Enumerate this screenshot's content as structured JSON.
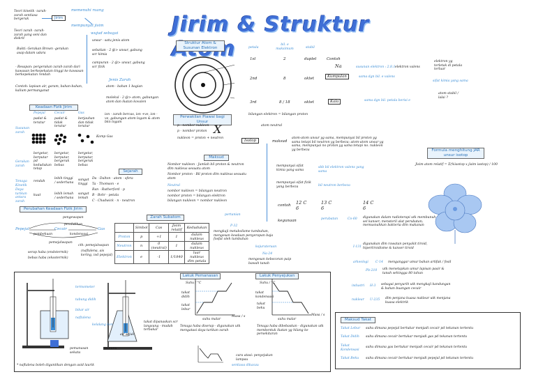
{
  "title": "Jirim & Struktur Atom",
  "jirim": {
    "label": "Jirim",
    "memenuhi": "memenuhi ruang",
    "jisim": "mempunyai jisim",
    "teori_kinetik": "Teori kinetik -zarah-zarah sentiasa bergerak",
    "teori_zarah": "Teori zarah -zarah-zarah yang seni dan diskrit",
    "bukti": "Bukti: Gerakan Brown -gerakan asap dalam udara",
    "resapan": "- Resapan: pergerakan zarah-zarah dari kawasan berkepekatan tinggi ke kawasan berkepekatan rendah",
    "contoh_resapan": "Contoh: lapisan air, garam, bahan-bahan, kalium permanganat",
    "wujud": "wujud sebagai",
    "unsur": "unsur - satu jenis atom",
    "sebatian": "sebatian - 2 @> unsur, gabung scr kimia",
    "campuran": "campuran - 2 @> unsur, gabung scr fizik",
    "jenis_zarah": "Jenis Zarah",
    "atom": "atom - bahan 1 bagian",
    "molekul": "molekul - 2 @> atom, gabungan atom dan ikatan kovalen",
    "ion": "ion - zarah bercas, ion +ve, ion -ve, gabungan atom logam & atom bkn logam"
  },
  "keadaan_fizik": {
    "header": "Keadaan Fizik Jirim",
    "cols": [
      "Pepejal",
      "Cecair",
      "Gas"
    ],
    "susunan_label": "Susunan zarah",
    "susunan": [
      "padat & teratur",
      "padat & tidak teratur",
      "berjauhan dan tidak teratur"
    ],
    "gerakan_label": "Gerakan zarah",
    "gerakan": [
      "bergetar, berputar pd kedudukan tetap",
      "bergetar, berputar, bergerak bebas",
      "bergetar, berputar, bergerak bebas"
    ],
    "tenaga_label": "Tenaga Kinetik",
    "tenaga": [
      "rendah",
      "lebih tinggi / sederhana",
      "sangat tinggi"
    ],
    "daya_label": "Daya tarikan antara zarah",
    "daya": [
      "kuat",
      "lebih lemah / sederhana",
      "sangat lemah"
    ],
    "komp": "Komp Gas"
  },
  "perubahan": {
    "header": "Perubahan Keadaan Fizik Jirim",
    "terms": [
      "pengewapan",
      "pendidihan",
      "pembekuan",
      "kondensasi",
      "pemejalwapan",
      "cth: pemejalwapan",
      "(naftalena, ais kering, iod pepejal)"
    ],
    "states": [
      "Pepejal",
      "Cecair",
      "Gas"
    ],
    "serap": "serap haba (endotermik)",
    "bebas": "bebas haba (eksotermik)"
  },
  "sejarah": {
    "header": "Sejarah",
    "items": [
      "Da - Dalton - atom - sfera",
      "Ta - Thomson - e",
      "Ran - Rutherford - p",
      "B - Bohr - petala",
      "C - Chadwick - n - neutron"
    ]
  },
  "zarah_subatom": {
    "header": "Zarah Subatom",
    "columns": [
      "",
      "Simbol",
      "Cas",
      "Jisim relatif",
      "Kedudukan"
    ],
    "rows": [
      [
        "Proton",
        "p",
        "+1",
        "1",
        "dalam nukleus"
      ],
      [
        "Neutron",
        "n",
        "0 (neutral)",
        "1",
        "dalam nukleus"
      ],
      [
        "Elektron",
        "e",
        "-1",
        "1/1840",
        "luar nukleus dlm petala"
      ]
    ]
  },
  "struktur_atom": {
    "header": "Struktur Atom & Susunan Elektron",
    "cols": [
      "petala",
      "bil. e maksimum",
      "stabil"
    ],
    "shells": [
      {
        "name": "1st",
        "max": "2",
        "stable": "duplet"
      },
      {
        "name": "2nd",
        "max": "8",
        "stable": "oktet"
      },
      {
        "name": "3rd",
        "max": "8 / 18",
        "stable": "oktet"
      }
    ],
    "proton_note": "bilangan elektron = bilangan proton",
    "neutral": "atom neutral"
  },
  "contoh": {
    "label": "Contoh",
    "na": "Na",
    "susunan": "susunan elektron : 2.8.1",
    "e_valens": "elektron valens",
    "e_valens_note": "elektron yg terletak di petala terluar",
    "kumpulan": "Kumpulan",
    "kumpulan_note": "sama dgn bil. e valens",
    "kala": "Kala",
    "kala_note": "sama dgn bil. petala berisi e",
    "atom_stabil": "atom stabil / lalai ?",
    "valens_note": "sifat kimia yang sama"
  },
  "perwakilan": {
    "header": "Perwakilan Piawai bagi Unsur",
    "formula": [
      "p - nombor nukleon",
      "p - nombor proton",
      "nukleon = proton + neutron"
    ],
    "x_label": "X"
  },
  "maksud": {
    "header": "Maksud",
    "nombor_nukleon": "Nombor nukleon - Jumlah bil proton & neutron dlm nukleus sesuatu atom",
    "nombor_proton": "Nombor proton - Bil proton dlm nukleus sesuatu atom",
    "neutral_label": "Neutral",
    "eq": [
      "nombor nukleon = bilangan neutron",
      "nombor proton = bilangan elektron",
      "bilangan nukleon = nombor nukleon"
    ]
  },
  "isotop": {
    "label": "Isotop",
    "maksud": "maksud",
    "def": "atom-atom unsur yg sama, mempunyai bil proton yg sama tetapi bil neutron yg berbeza; atom-atom unsur yg sama, mempunyai no proton yg sama tetapi no. nukleon yg berbeza",
    "sifat_kimia": "mempunyai sifat kimia yang sama",
    "sifat_kimia_note": "sbb bil elektron valens yang sama",
    "sifat_fizik": "mempunyai sifat fizik yang berbeza",
    "sifat_fizik_note": "bil neutron berbeza",
    "contoh": "contoh",
    "carbon": [
      "12 C 6",
      "13 C 6",
      "14 C 6"
    ],
    "kegunaan": "kegunaan"
  },
  "kegunaan": {
    "pertanian": "pertanian",
    "p32": "P-32",
    "p32_note": "mengkaji metabolisme tumbuhan, mengesan keadaan penyerapan baja fosfat oleh tumbuhan",
    "kejuruteraan": "kejuruteraan",
    "na24": "Na-24",
    "na24_note": "mengesan kebocoran paip bawah tanah",
    "perubatan": "perubatan",
    "co60": "Co-60",
    "co60_note": "digunakan dalam radioterapi utk membunuh sel kanser; mensteril alat perubatan; memusnahkan bakteria dlm makanan",
    "i131": "I-131",
    "i131_note": "digunakan dlm rawatan penyakit tiroid, hipertiroidisme & kanser tiroid",
    "arkeologi": "arkeologi",
    "c14": "C-14",
    "c14_note": "menganggar umur bahan artifak / fosil",
    "pb210": "Pb-210",
    "pb210_note": "utk menetapkan umur lapisan pasir & tanah sehingga 80 tahun",
    "industri": "industri",
    "h3": "H-3",
    "h3_note": "sebagai penyurih utk mengkaji kandungan & bahan buangan cecair",
    "nuklear": "nuklear",
    "u235": "U-235",
    "u235_note": "dlm penjana kuasa nuklear utk menjana kuasa elektrik"
  },
  "formula_jar": {
    "header": "Formula menghitung JAR unsur isotop",
    "formula": "Jisim atom relatif = Σ(%isotop x jisim isotop) / 100"
  },
  "lakuk_pemanasan": {
    "header": "Lakuk Pemanasan",
    "suhu": "Suhu / °C",
    "takat_didih": "takat didih",
    "takat_lebur": "takat lebur",
    "masa": "Masa / s",
    "suhu_malar": "suhu malar",
    "note": "Tenaga haba diserap - digunakan utk mengatasi daya tarikan zarah"
  },
  "lakuk_penyejukan": {
    "header": "Lakuk Penyejukan",
    "suhu": "Suhu / °C",
    "takat_kondensasi": "takat kondensasi",
    "takat_beku": "takat beku",
    "masa": "Masa / s",
    "suhu_malar": "suhu malar",
    "note": "Tenaga haba dibebaskan - digunakan utk membentuk ikatan yg hilang ke persekitaran"
  },
  "apparatus": {
    "termometer": "termometer",
    "tabung_didih": "tabung didih",
    "bikar_air": "bikar air",
    "naftalena": "naftalena",
    "kelalang_kon": "kelalang kon",
    "takat_note": "takat dipanaskan scr langsung - mudah terbakar",
    "pemanasan": "pemanasan sekata",
    "penunu": "penunu",
    "air_sejuk": "air sejuk",
    "footnote": "* naftalena boleh digantikan dengan asid laurik",
    "supercooling": "cara atasi: penyejukan lampau",
    "sentiasa": "sentiasa dikacau"
  },
  "maksud_takat": {
    "header": "Maksud Takat",
    "items": [
      {
        "term": "Takat Lebur",
        "def": "suhu dimana pepejal bertukar menjadi cecair pd tekanan tertentu"
      },
      {
        "term": "Takat Didih",
        "def": "suhu dimana cecair bertukar menjadi gas pd tekanan tertentu"
      },
      {
        "term": "Takat Kondensasi",
        "def": "suhu dimana gas bertukar menjadi cecair pd tekanan tertentu"
      },
      {
        "term": "Takat Beku",
        "def": "suhu dimana cecair bertukar menjadi pepejal pd tekanan tertentu"
      }
    ]
  },
  "colors": {
    "accent": "#3a8dd6",
    "title": "#3f6fd6",
    "header_bg": "#e9f3fc",
    "flower": "#a9c8f2"
  }
}
